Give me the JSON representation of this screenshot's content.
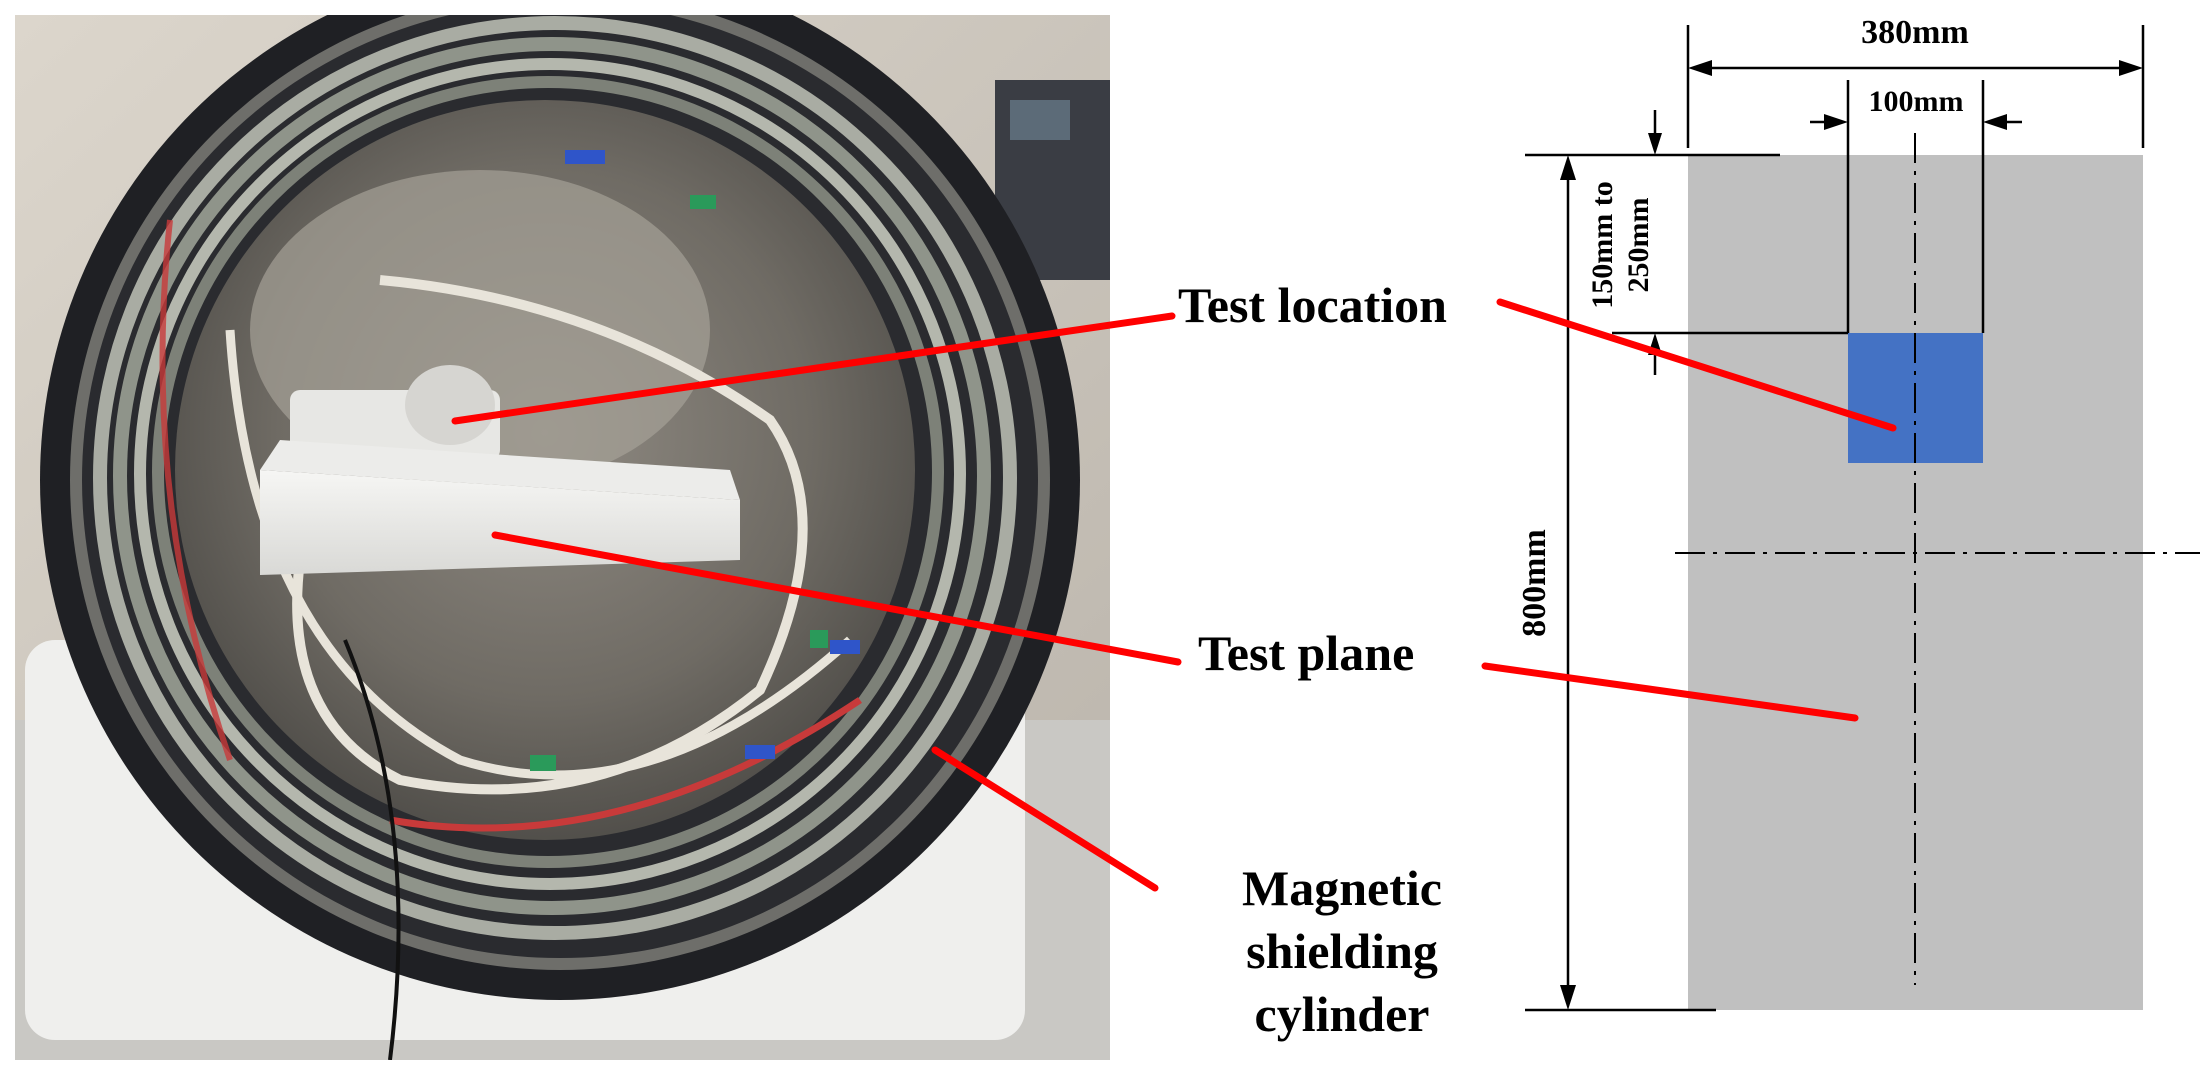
{
  "labels": {
    "test_location": "Test location",
    "test_plane": "Test plane",
    "shield_line1": "Magnetic",
    "shield_line2": "shielding",
    "shield_line3": "cylinder"
  },
  "dimensions": {
    "width_total": "380mm",
    "width_location": "100mm",
    "offset_line1": "150mm to",
    "offset_line2": "250mm",
    "height_total": "800mm"
  },
  "colors": {
    "plane": "#c0c0c0",
    "location": "#4472c4",
    "pointer": "#ff0000",
    "dim_line": "#000000"
  },
  "photo": {
    "subject": "magnetic shielding cylinder with test plane inside"
  }
}
